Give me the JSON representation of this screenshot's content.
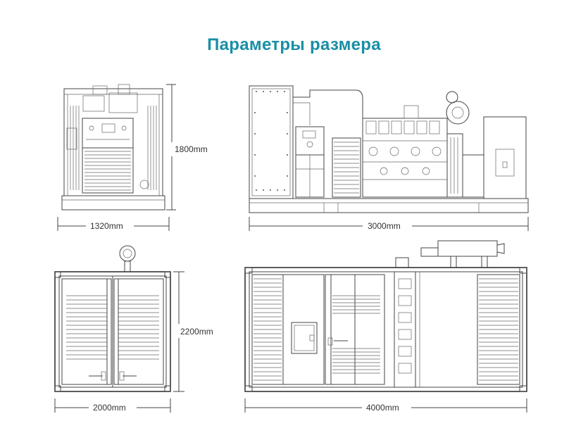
{
  "title": "Параметры размера",
  "dimensions": {
    "genset_side_height": "1800mm",
    "genset_side_width": "1320mm",
    "genset_front_length": "3000mm",
    "container_side_height": "2200mm",
    "container_side_width": "2000mm",
    "container_front_length": "4000mm"
  },
  "colors": {
    "title": "#1a8fa6",
    "drawing": "#444444"
  }
}
